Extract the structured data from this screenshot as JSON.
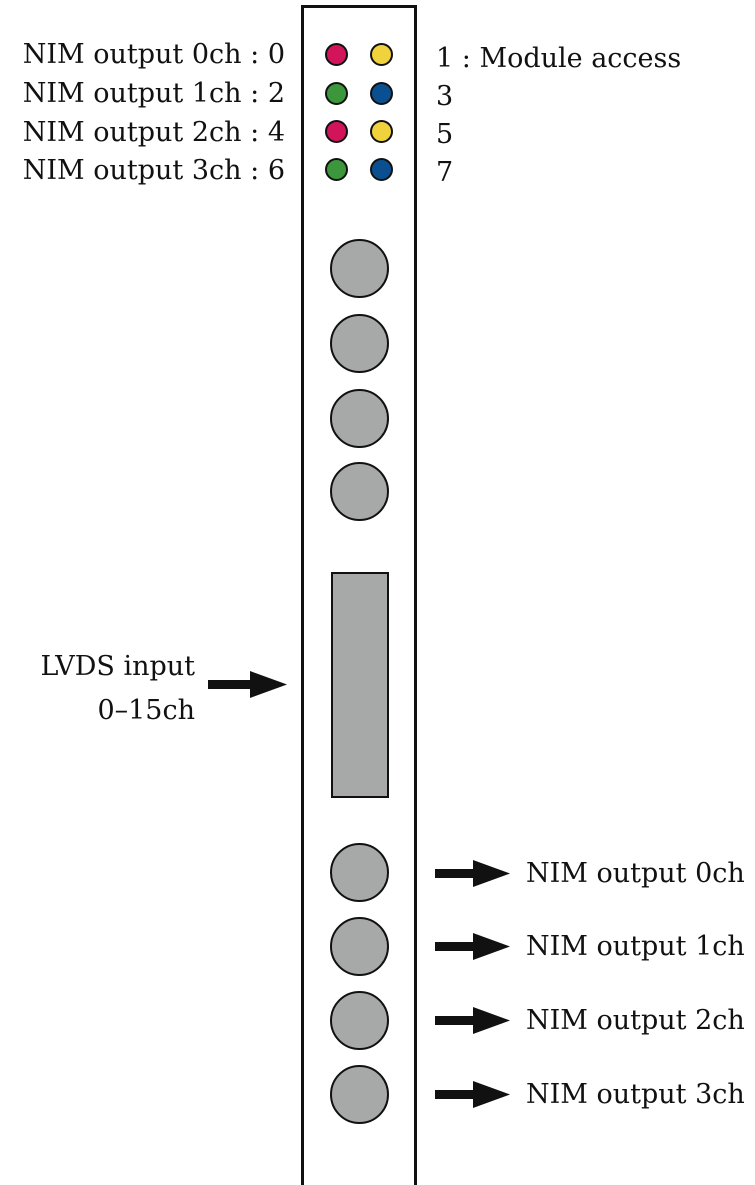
{
  "led_labels_left": [
    "NIM output 0ch : 0",
    "NIM output 1ch : 2",
    "NIM output 2ch : 4",
    "NIM output 3ch : 6"
  ],
  "led_labels_right": [
    "1 : Module access",
    "3",
    "5",
    "7"
  ],
  "led_colors": {
    "magenta": "#d2145a",
    "yellow": "#f0d23c",
    "green": "#3c963c",
    "blue": "#0a5090"
  },
  "lvds": {
    "line1": "LVDS input",
    "line2": "0–15ch"
  },
  "nim_outputs": [
    "NIM output 0ch",
    "NIM output 1ch",
    "NIM output 2ch",
    "NIM output 3ch"
  ],
  "jack_color": "#a7a9a8"
}
